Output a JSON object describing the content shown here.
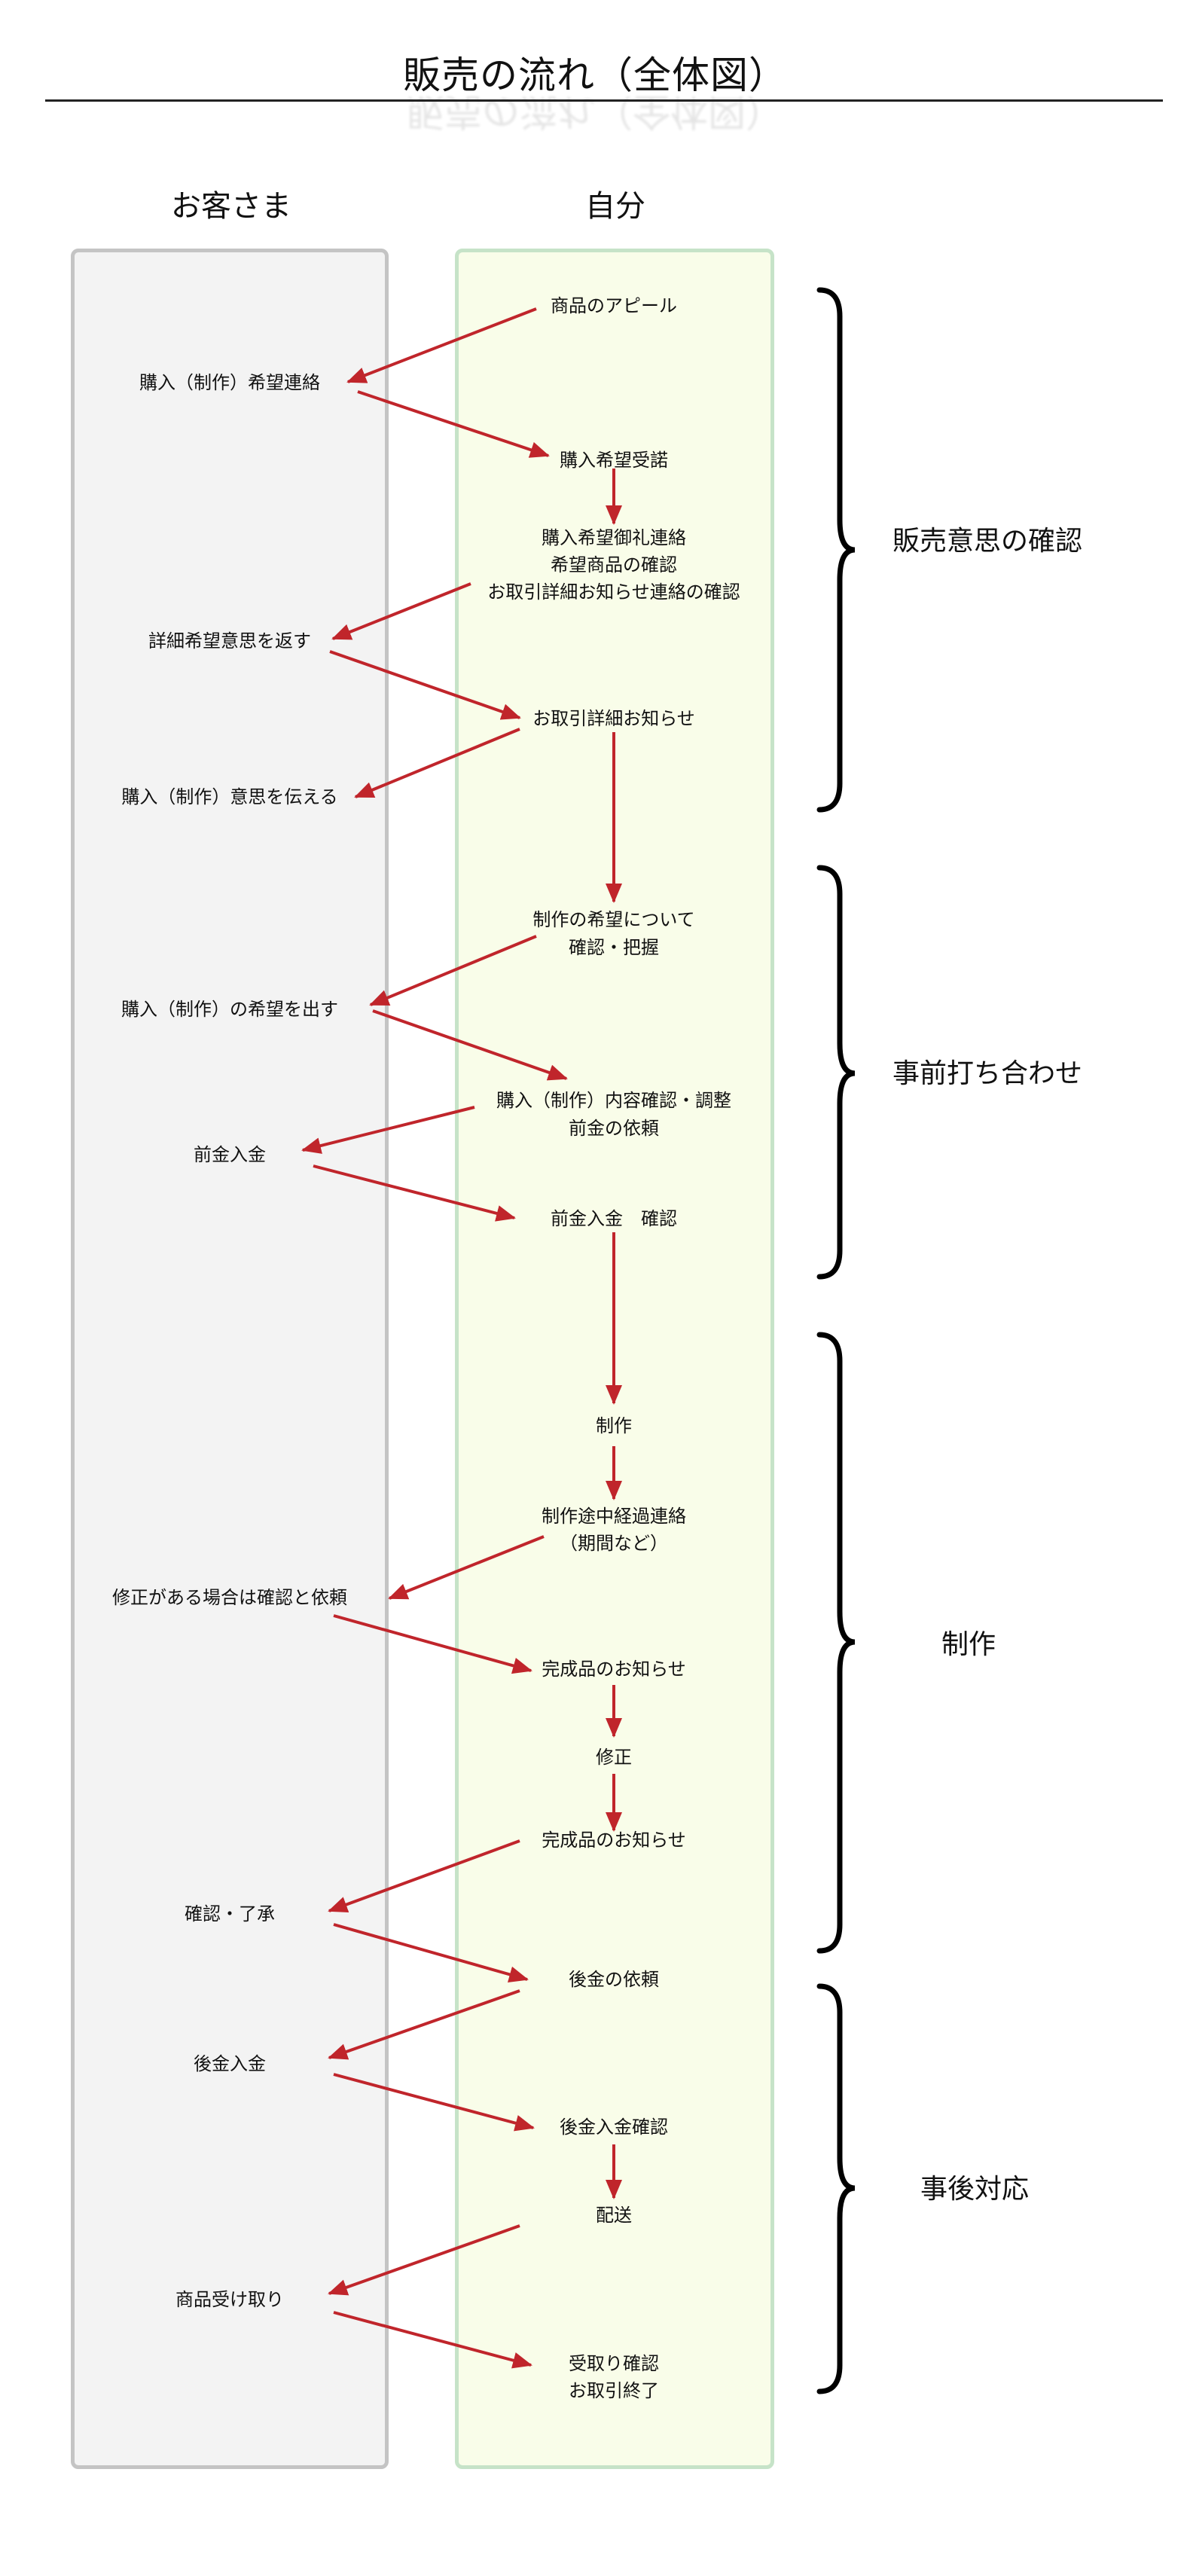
{
  "title": "販売の流れ（全体図）",
  "columns": {
    "customer": "お客さま",
    "self": "自分"
  },
  "phases": [
    "販売意思の確認",
    "事前打ち合わせ",
    "制作",
    "事後対応"
  ],
  "self_steps": [
    "商品のアピール",
    "購入希望受諾",
    "購入希望御礼連絡",
    "希望商品の確認",
    "お取引詳細お知らせ連絡の確認",
    "お取引詳細お知らせ",
    "制作の希望について",
    "確認・把握",
    "購入（制作）内容確認・調整",
    "前金の依頼",
    "前金入金　確認",
    "制作",
    "制作途中経過連絡",
    "（期間など）",
    "完成品のお知らせ",
    "修正",
    "完成品のお知らせ",
    "後金の依頼",
    "後金入金確認",
    "配送",
    "受取り確認",
    "お取引終了"
  ],
  "customer_steps": [
    "購入（制作）希望連絡",
    "詳細希望意思を返す",
    "購入（制作）意思を伝える",
    "購入（制作）の希望を出す",
    "前金入金",
    "修正がある場合は確認と依頼",
    "確認・了承",
    "後金入金",
    "商品受け取り"
  ],
  "colors": {
    "arrow": "#c0252b",
    "brace": "#000000"
  }
}
